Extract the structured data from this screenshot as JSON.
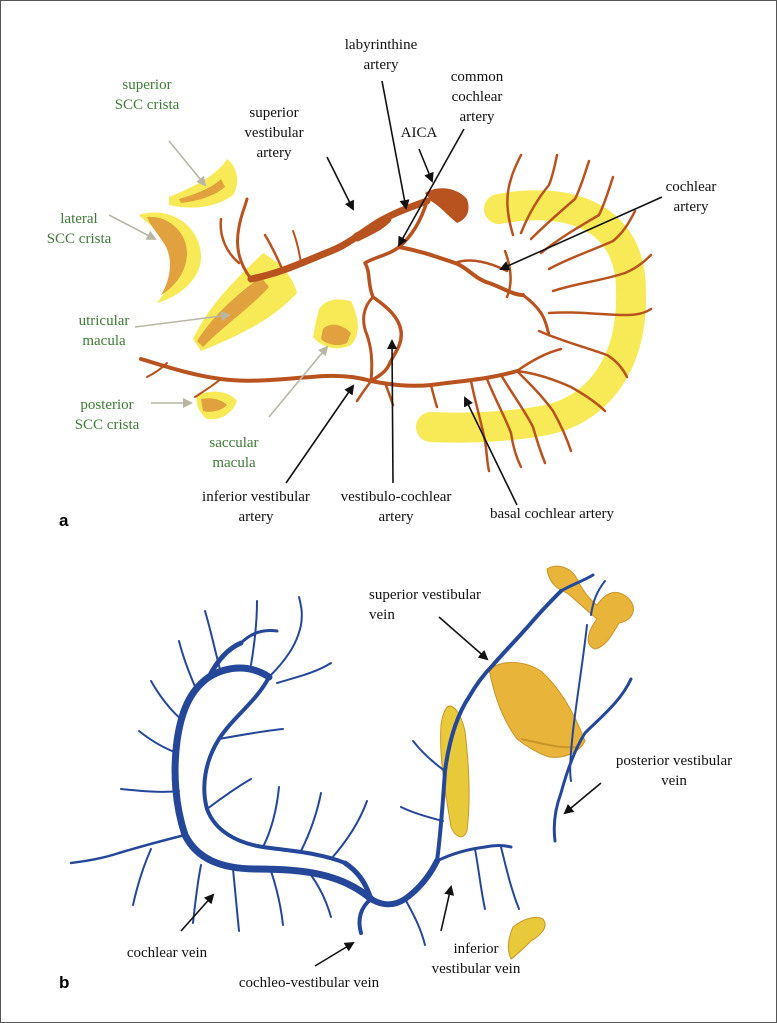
{
  "panels": {
    "a": "a",
    "b": "b"
  },
  "panel_a": {
    "labels": {
      "labyrinthine": "labyrinthine\nartery",
      "common_cochlear": "common\ncochlear\nartery",
      "aica": "AICA",
      "superior_vestibular_artery": "superior\nvestibular\nartery",
      "cochlear_artery": "cochlear\nartery",
      "superior_scc": "superior\nSCC crista",
      "lateral_scc": "lateral\nSCC crista",
      "utricular": "utricular\nmacula",
      "posterior_scc": "posterior\nSCC crista",
      "saccular": "saccular\nmacula",
      "inferior_vestibular_artery": "inferior vestibular\nartery",
      "vestibulo_cochlear": "vestibulo-cochlear\nartery",
      "basal_cochlear": "basal cochlear artery"
    }
  },
  "panel_b": {
    "labels": {
      "superior_vestibular_vein": "superior vestibular\nvein",
      "posterior_vestibular_vein": "posterior vestibular\nvein",
      "cochlear_vein": "cochlear vein",
      "cochleo_vestibular_vein": "cochleo-vestibular vein",
      "inferior_vestibular_vein": "inferior\nvestibular vein"
    }
  },
  "colors": {
    "artery": "#b8531f",
    "vein": "#25479a",
    "sensory_yellow": "#f7ea56",
    "sensory_orange": "#e0a13e",
    "sensory_gold": "#e8b43a",
    "green_label": "#3d7a35"
  }
}
